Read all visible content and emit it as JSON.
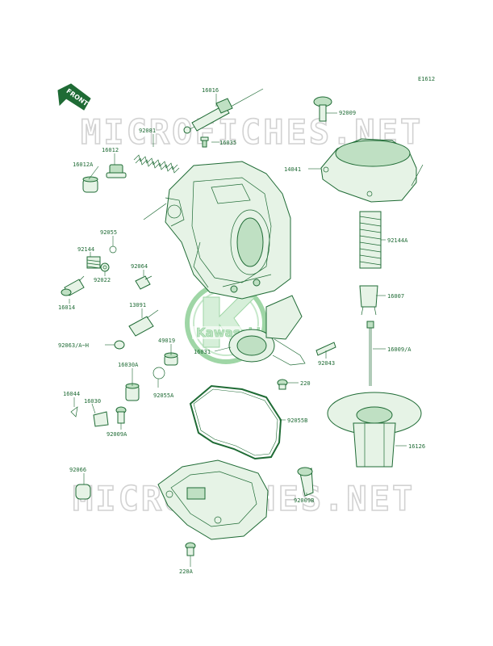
{
  "diagram_code": "E1612",
  "front_label": "FRONT",
  "watermark": "MICROFICHES.NET",
  "logo_text": "Kawasaki",
  "colors": {
    "ink": "#1f6b35",
    "watermark": "#d2d2d2",
    "logo": "#bfe3c4"
  },
  "parts": [
    "16016",
    "92081",
    "16012",
    "16012A",
    "16035",
    "92009",
    "14041",
    "92055",
    "92144",
    "92022",
    "92064",
    "16014",
    "13091",
    "92063/A~H",
    "49019",
    "16031",
    "92043",
    "16009/A",
    "92144A",
    "16007",
    "16030A",
    "92055A",
    "220",
    "16044",
    "16030",
    "92009A",
    "92055B",
    "16126",
    "92066",
    "92009B",
    "220A"
  ]
}
